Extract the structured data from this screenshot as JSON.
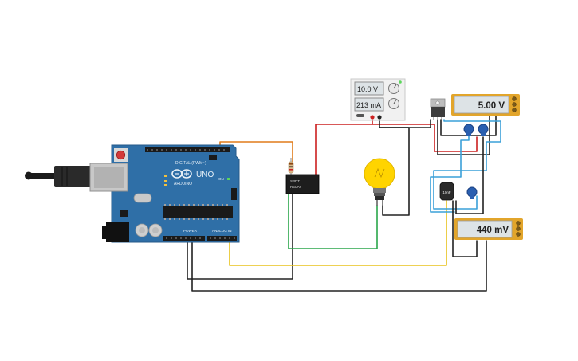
{
  "power_supply": {
    "voltage": "10.0 V",
    "current": "213 mA"
  },
  "multimeter_top": {
    "reading": "5.00 V"
  },
  "multimeter_bottom": {
    "reading": "440 mV"
  },
  "arduino": {
    "brand": "ARDUINO",
    "model": "UNO",
    "digital_header": "DIGITAL (PWM~)",
    "analog_header": "ANALOG IN",
    "power_header": "POWER",
    "on_label": "ON"
  },
  "relay": {
    "line1": "SPDT",
    "line2": "RELAY"
  },
  "capacitor": {
    "label": "10nF"
  },
  "colors": {
    "arduino_board": "#2f6fa7",
    "wire_orange": "#e07b1a",
    "wire_red": "#cc2020",
    "wire_black": "#222222",
    "wire_green": "#2aa64a",
    "wire_yellow": "#e8c21c",
    "wire_blue": "#3aa0d8",
    "bulb": "#ffd400",
    "meter_frame": "#e2a52b",
    "lcd": "#dde3e6"
  }
}
